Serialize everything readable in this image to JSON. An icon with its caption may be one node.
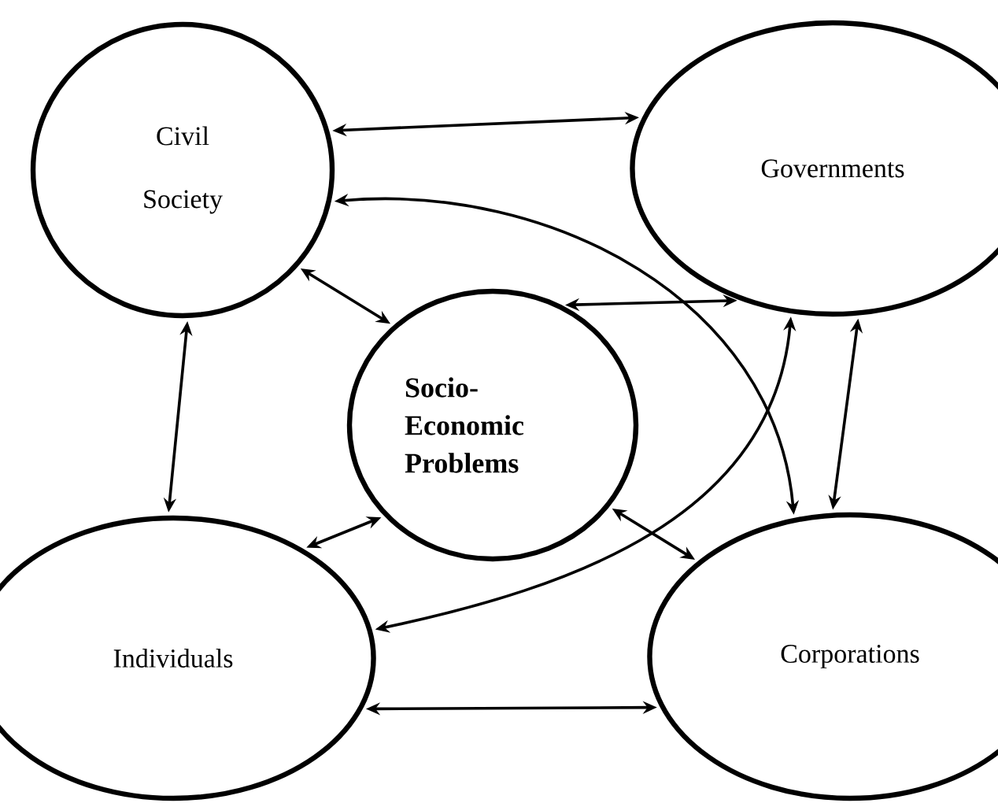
{
  "diagram": {
    "nodes": [
      {
        "text": [
          "Civil Society"
        ]
      },
      {
        "text": [
          "Governments"
        ]
      },
      {
        "text": [
          "Socio-Economic Problems"
        ]
      },
      {
        "text": [
          "Individuals"
        ]
      },
      {
        "text": [
          "Corporations"
        ]
      }
    ],
    "edges": [
      {
        "from": 0,
        "to": 1,
        "arrow": "both"
      },
      {
        "from": 0,
        "to": 2,
        "arrow": "both"
      },
      {
        "from": 1,
        "to": 2,
        "arrow": "both"
      },
      {
        "from": 0,
        "to": 3,
        "arrow": "both"
      },
      {
        "from": 1,
        "to": 4,
        "arrow": "both"
      },
      {
        "from": 3,
        "to": 2,
        "arrow": "both"
      },
      {
        "from": 2,
        "to": 4,
        "arrow": "both"
      },
      {
        "from": 3,
        "to": 4,
        "arrow": "both"
      },
      {
        "from": 0,
        "to": 4,
        "arrow": "both"
      },
      {
        "from": 3,
        "to": 1,
        "arrow": "both"
      }
    ]
  }
}
